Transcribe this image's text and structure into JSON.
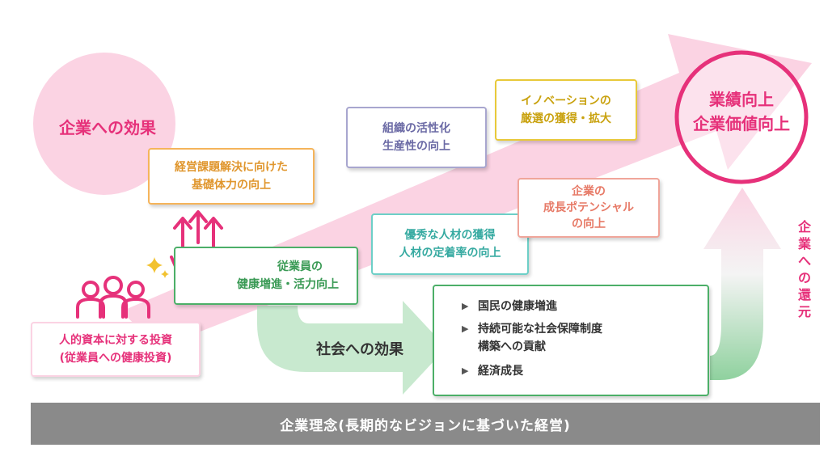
{
  "colors": {
    "pink": "#e6317a",
    "light_pink": "#fbd3e3",
    "green": "#4caf68",
    "light_green": "#c8e9cf",
    "orange_border": "#f5b45a",
    "purple_border": "#a8a6cf",
    "yellow_border": "#e8c93a",
    "teal_border": "#6dcfc7",
    "salmon_border": "#f0a59a",
    "gray_bar": "#8a8a8a"
  },
  "corporate_effect": "企業への効果",
  "goal": {
    "line1": "業績向上",
    "line2": "企業価値向上"
  },
  "investment": {
    "line1": "人的資本に対する投資",
    "line2": "(従業員への健康投資)"
  },
  "foundation": {
    "line1": "経営課題解決に向けた",
    "line2": "基礎体力の向上"
  },
  "employee": {
    "line1": "従業員の",
    "line2": "健康増進・活力向上"
  },
  "organization": {
    "line1": "組織の活性化",
    "line2": "生産性の向上"
  },
  "innovation": {
    "line1": "イノベーションの",
    "line2": "厳選の獲得・拡大"
  },
  "talent": {
    "line1": "優秀な人材の獲得",
    "line2": "人材の定着率の向上"
  },
  "growth": {
    "line1": "企業の",
    "line2": "成長ポテンシャル",
    "line3": "の向上"
  },
  "social_effect": "社会への効果",
  "social_items": {
    "item1": "国民の健康増進",
    "item2a": "持続可能な社会保障制度",
    "item2b": "構築への貢献",
    "item3": "経済成長"
  },
  "return_to_company": [
    "企",
    "業",
    "へ",
    "の",
    "還",
    "元"
  ],
  "bottom_bar": "企業理念(長期的なビジョンに基づいた経営)",
  "icons": [
    "people-group-icon",
    "arrows-up-icon",
    "person-cheering-icon",
    "sparkle-icon"
  ]
}
